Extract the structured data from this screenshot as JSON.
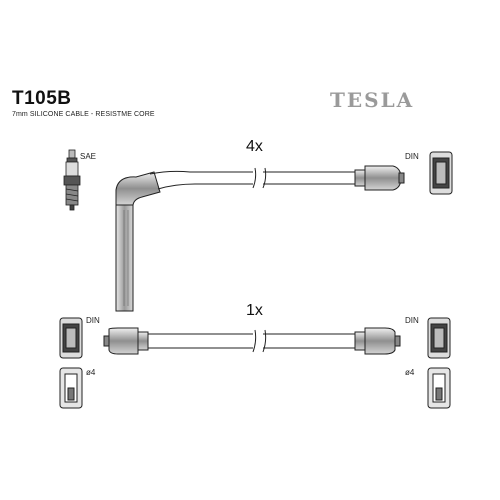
{
  "header": {
    "code": "T105B",
    "description": "7mm SILICONE CABLE - RESISTME CORE",
    "brand": "TESLA"
  },
  "cables": [
    {
      "quantity": "4x"
    },
    {
      "quantity": "1x"
    }
  ],
  "labels": {
    "sae": "SAE",
    "din_top": "DIN",
    "din_left": "DIN",
    "din_right": "DIN",
    "phi4_left": "ø4",
    "phi4_right": "ø4"
  }
}
